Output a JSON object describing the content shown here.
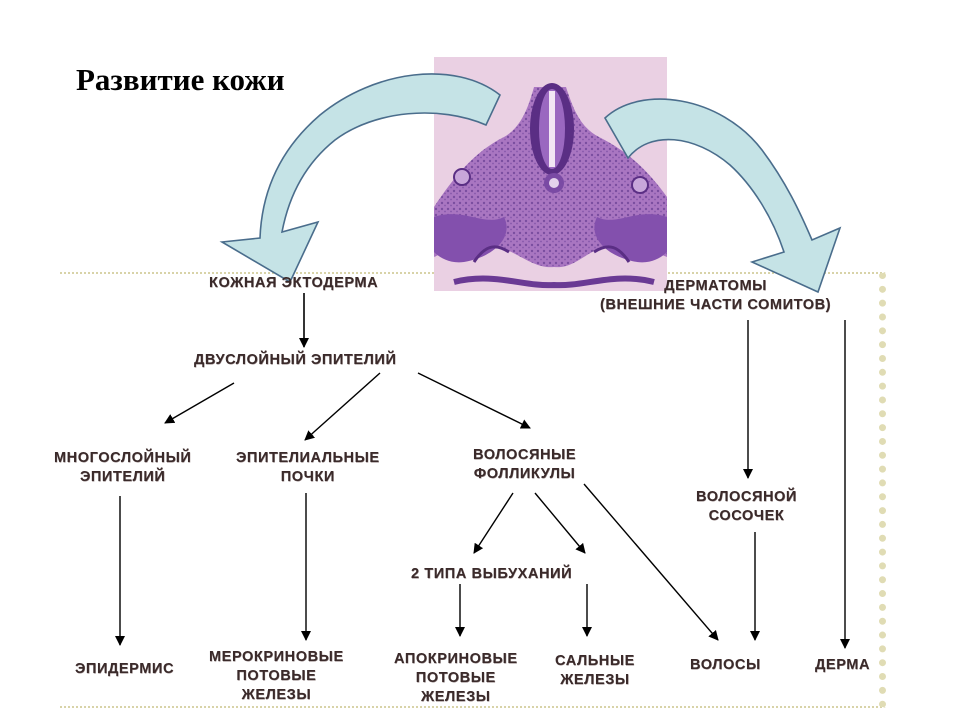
{
  "title": "Развитие кожи",
  "image": {
    "name": "embryo-cross-section-micrograph",
    "colors": {
      "tissue": "#9a5cb4",
      "background": "#e9cfe1",
      "dark": "#5a2e84"
    }
  },
  "nodes": {
    "skin_ectoderm": "КОЖНАЯ ЭКТОДЕРМА",
    "dermatomes": {
      "line1": "ДЕРМАТОМЫ",
      "line2": "(ВНЕШНИЕ ЧАСТИ СОМИТОВ)"
    },
    "bilayer_epithelium": "ДВУСЛОЙНЫЙ  ЭПИТЕЛИЙ",
    "stratified_epithelium": {
      "line1": "МНОГОСЛОЙНЫЙ",
      "line2": "ЭПИТЕЛИЙ"
    },
    "epithelial_buds": {
      "line1": "ЭПИТЕЛИАЛЬНЫЕ",
      "line2": "ПОЧКИ"
    },
    "hair_follicles": {
      "line1": "ВОЛОСЯНЫЕ",
      "line2": "ФОЛЛИКУЛЫ"
    },
    "hair_papilla": {
      "line1": "ВОЛОСЯНОЙ",
      "line2": "СОСОЧЕК"
    },
    "two_bulge_types": "2  ТИПА  ВЫБУХАНИЙ",
    "epidermis": "ЭПИДЕРМИС",
    "merocrine_glands": {
      "line1": "МЕРОКРИНОВЫЕ",
      "line2": "ПОТОВЫЕ",
      "line3": "ЖЕЛЕЗЫ"
    },
    "apocrine_glands": {
      "line1": "АПОКРИНОВЫЕ",
      "line2": "ПОТОВЫЕ",
      "line3": "ЖЕЛЕЗЫ"
    },
    "sebaceous_glands": {
      "line1": "САЛЬНЫЕ",
      "line2": "ЖЕЛЕЗЫ"
    },
    "hair": "ВОЛОСЫ",
    "dermis": "ДЕРМА"
  },
  "colors": {
    "big_arrow_fill": "#c5e3e6",
    "big_arrow_stroke": "#4a6d8c",
    "text": "#3a2a2a",
    "frame_dots": "#d8d3a8"
  }
}
